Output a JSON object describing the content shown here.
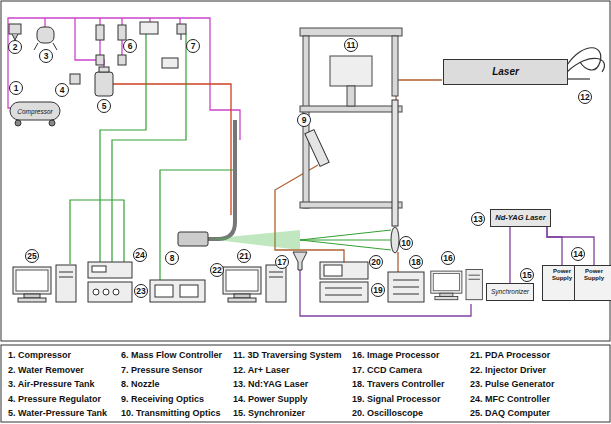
{
  "diagram": {
    "nodes": [
      {
        "text": [
          "Laser"
        ]
      },
      {
        "text": [
          "Compressor"
        ]
      },
      {
        "text": [
          "Nd-YAG Laser"
        ]
      },
      {
        "text": [
          "Synchronizer"
        ]
      },
      {
        "text": [
          "Power Supply"
        ]
      },
      {
        "text": [
          "Power Supply"
        ]
      }
    ],
    "edges": [
      {
        "from": 2,
        "to": 3,
        "arrow": "none"
      },
      {
        "from": 2,
        "to": 4,
        "arrow": "none"
      },
      {
        "from": 2,
        "to": 5,
        "arrow": "none"
      }
    ],
    "labels": [
      "1",
      "2",
      "3",
      "4",
      "5",
      "6",
      "7",
      "8",
      "9",
      "10",
      "11",
      "12",
      "13",
      "14",
      "15",
      "16",
      "17",
      "18",
      "19",
      "20",
      "21",
      "22",
      "23",
      "24",
      "25",
      "1. Compressor",
      "2. Water Remover",
      "3. Air-Pressure Tank",
      "4. Pressure Regulator",
      "5. Water-Pressure Tank",
      "6. Mass Flow Controller",
      "7. Pressure Sensor",
      "8. Nozzle",
      "9. Receiving Optics",
      "10. Transmitting Optics",
      "11. 3D Traversing System",
      "12. Ar+ Laser",
      "13. Nd:YAG Laser",
      "14. Power Supply",
      "15. Synchronizer",
      "16. Image Processor",
      "17. CCD Camera",
      "18. Travers Controller",
      "19. Signal Processor",
      "20. Oscilloscope",
      "21. PDA Processor",
      "22. Injector Driver",
      "23. Pulse Generator",
      "24. MFC Controller",
      "25. DAQ Computer"
    ]
  }
}
